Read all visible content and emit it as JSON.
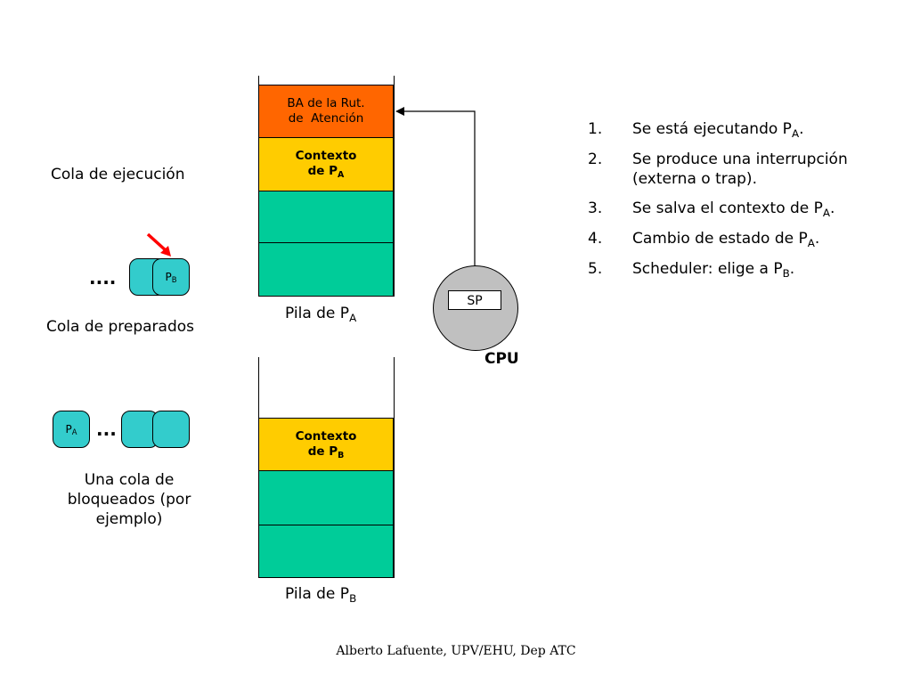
{
  "queues": {
    "running_label": "Cola de ejecución",
    "ready_label": "Cola de preparados",
    "ready_dots": "....",
    "ready_token": {
      "name": "P",
      "sub": "B"
    },
    "blocked_label": [
      "Una cola de",
      "bloqueados (por",
      "ejemplo)"
    ],
    "blocked_token": {
      "name": "P",
      "sub": "A"
    },
    "blocked_dots": "..."
  },
  "stack_a": {
    "top_cell": [
      "BA de la Rut.",
      "de  Atención"
    ],
    "context_line1": "Contexto",
    "context_line2": "de P",
    "context_sub": "A",
    "caption": "Pila de P",
    "caption_sub": "A"
  },
  "stack_b": {
    "context_line1": "Contexto",
    "context_line2": "de P",
    "context_sub": "B",
    "caption": "Pila de P",
    "caption_sub": "B"
  },
  "cpu": {
    "register": "SP",
    "label": "CPU"
  },
  "steps": [
    {
      "num": "1.",
      "text": "Se está ejecutando P",
      "sub": "A",
      "tail": "."
    },
    {
      "num": "2.",
      "text": "Se produce una interrupción (externa o trap).",
      "sub": "",
      "tail": ""
    },
    {
      "num": "3.",
      "text": "Se salva el contexto de P",
      "sub": "A",
      "tail": "."
    },
    {
      "num": "4.",
      "text": "Cambio de estado de P",
      "sub": "A",
      "tail": "."
    },
    {
      "num": "5.",
      "text": "Scheduler: elige a P",
      "sub": "B",
      "tail": "."
    }
  ],
  "footer": "Alberto Lafuente, UPV/EHU, Dep ATC",
  "colors": {
    "orange": "#ff6600",
    "yellow": "#ffcc00",
    "green": "#00cc99",
    "token": "#33cccc",
    "cpu": "#c0c0c0",
    "arrow_red": "#ff0000"
  }
}
